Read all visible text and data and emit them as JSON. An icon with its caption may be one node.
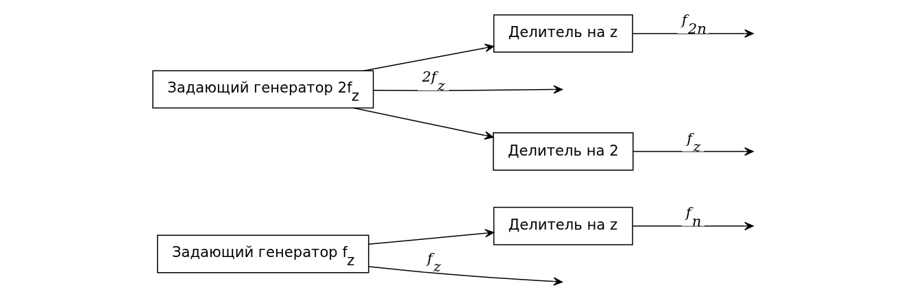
{
  "diagram": {
    "nodes": [
      {
        "text": [
          "Задающий генератор f$_{z}$"
        ]
      },
      {
        "text": [
          "Делитель на z"
        ]
      },
      {
        "text": [
          "Задающий генератор 2f$_{z}$"
        ]
      },
      {
        "text": [
          "Делитель на z"
        ]
      },
      {
        "text": [
          "Делитель на 2"
        ]
      }
    ],
    "edges": [
      {
        "from": 0,
        "to": 1,
        "arrow": "to"
      },
      {
        "from": 1,
        "to": null,
        "arrow": "to",
        "label": "f$_{n}$"
      },
      {
        "from": 0,
        "to": null,
        "arrow": "to",
        "label": "f$_{z}$"
      },
      {
        "from": 2,
        "to": 3,
        "arrow": "to"
      },
      {
        "from": 2,
        "to": null,
        "arrow": "to",
        "label": "2f$_{z}$"
      },
      {
        "from": 2,
        "to": 4,
        "arrow": "to"
      },
      {
        "from": 3,
        "to": null,
        "arrow": "to",
        "label": "f$_{2n}$"
      },
      {
        "from": 4,
        "to": null,
        "arrow": "to",
        "label": "f$_{z}$"
      }
    ]
  }
}
